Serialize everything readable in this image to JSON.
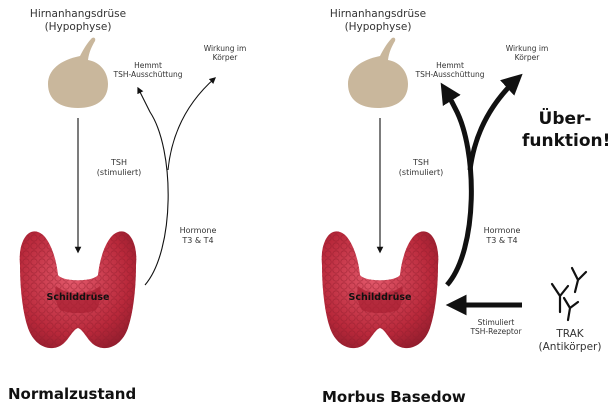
{
  "left": {
    "gland_title_1": "Hirnanhangsdrüse",
    "gland_title_2": "(Hypophyse)",
    "inhibit_1": "Hemmt",
    "inhibit_2": "TSH-Ausschüttung",
    "effect_1": "Wirkung im",
    "effect_2": "Körper",
    "tsh_1": "TSH",
    "tsh_2": "(stimuliert)",
    "hormones_1": "Hormone",
    "hormones_2": "T3 & T4",
    "thyroid": "Schilddrüse",
    "caption": "Normalzustand"
  },
  "right": {
    "gland_title_1": "Hirnanhangsdrüse",
    "gland_title_2": "(Hypophyse)",
    "inhibit_1": "Hemmt",
    "inhibit_2": "TSH-Ausschüttung",
    "effect_1": "Wirkung im",
    "effect_2": "Körper",
    "tsh_1": "TSH",
    "tsh_2": "(stimuliert)",
    "hormones_1": "Hormone",
    "hormones_2": "T3 & T4",
    "thyroid": "Schilddrüse",
    "overfunction_1": "Über-",
    "overfunction_2": "funktion!",
    "stimulates_1": "Stimuliert",
    "stimulates_2": "TSH-Rezeptor",
    "trak_1": "TRAK",
    "trak_2": "(Antikörper)",
    "caption": "Morbus Basedow"
  },
  "colors": {
    "pituitary": "#c9b79c",
    "thyroid": "#b8283a",
    "thyroid_light": "#d9485a",
    "arrow": "#111111"
  },
  "icons": [
    "pituitary-gland-icon",
    "thyroid-gland-icon",
    "antibody-icon"
  ]
}
